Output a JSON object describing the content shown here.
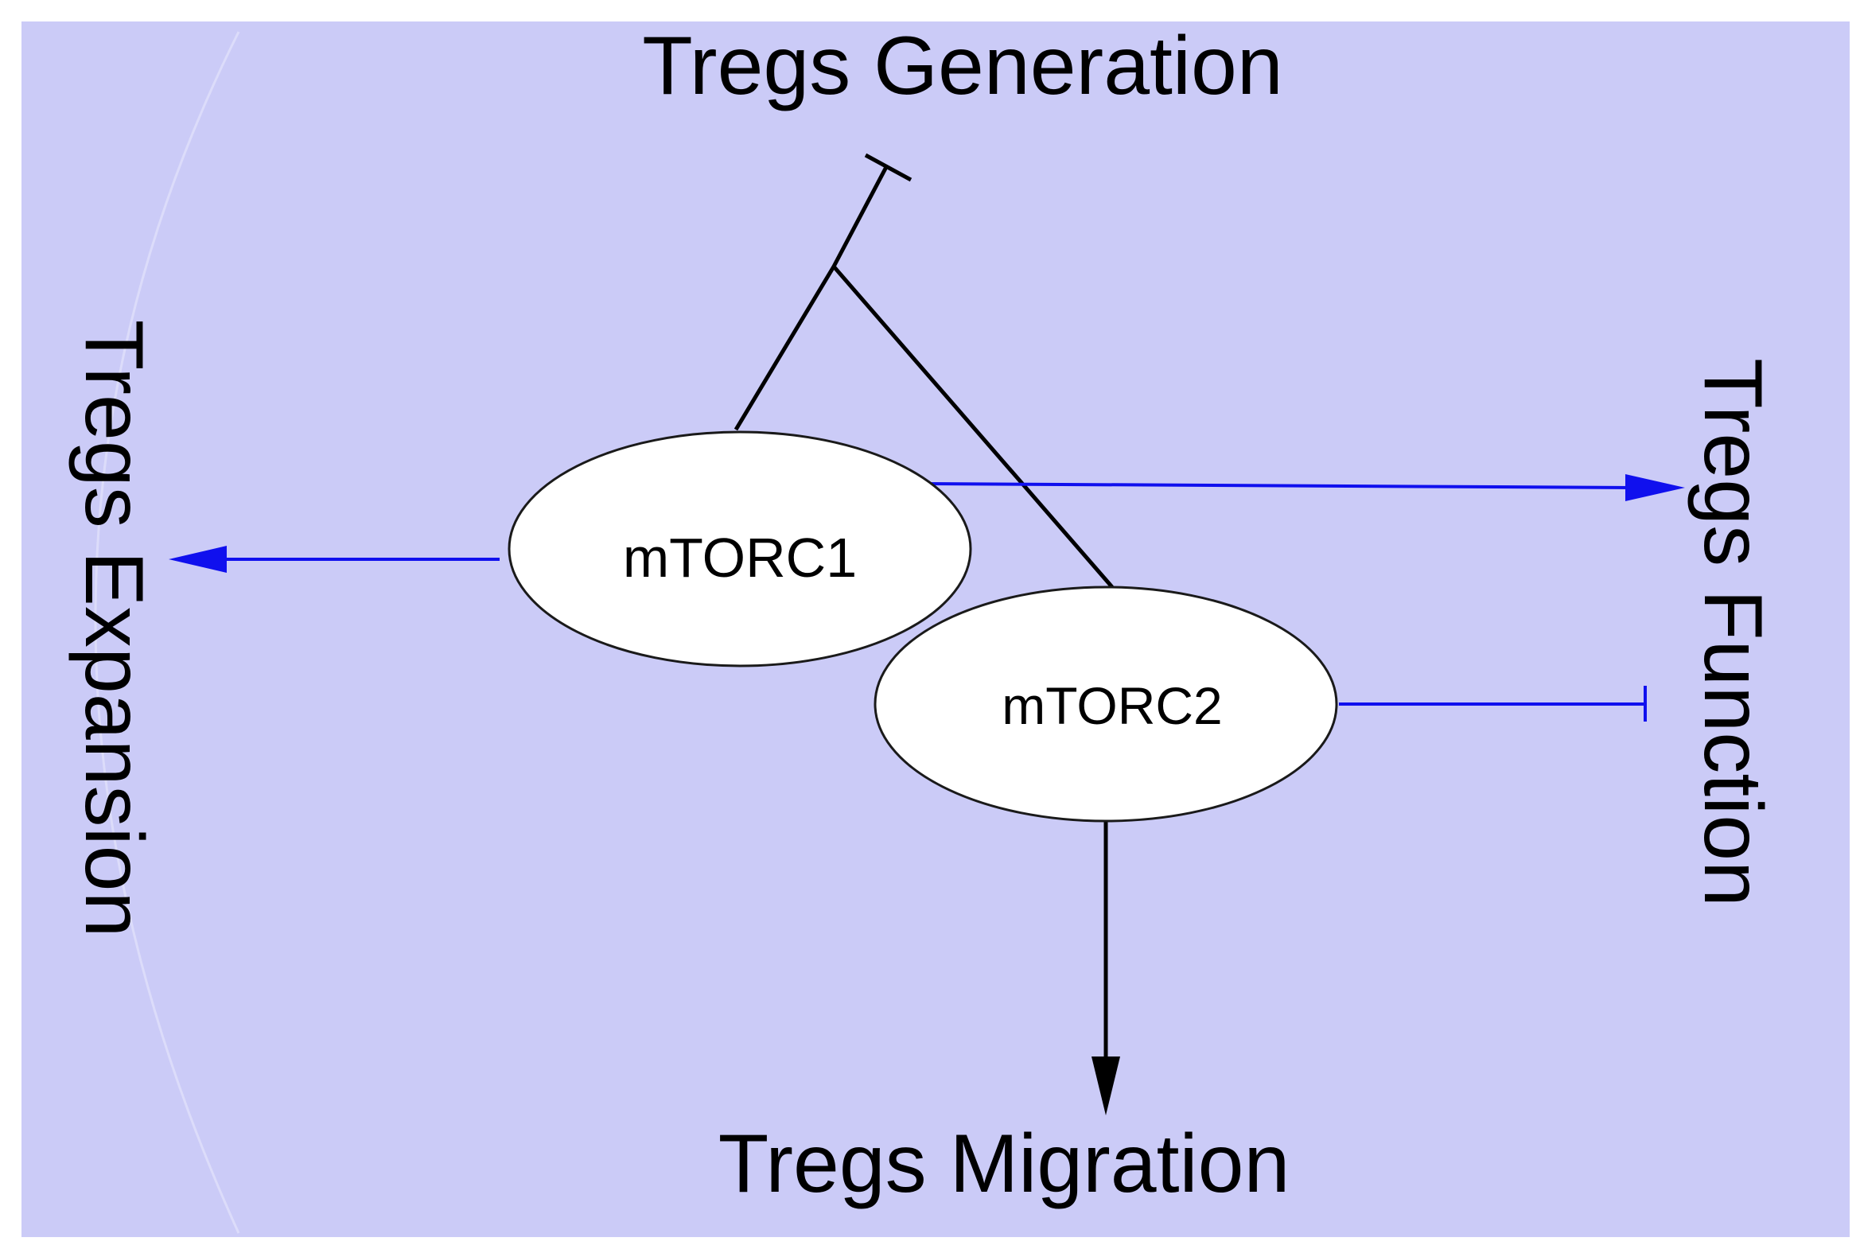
{
  "colors": {
    "background": "#cbcbf7",
    "node_fill": "#ffffff",
    "node_stroke": "#1a1a1a",
    "activation_blue": "#1010ee",
    "black_edge": "#000000"
  },
  "nodes": {
    "mtorc1": "mTORC1",
    "mtorc2": "mTORC2"
  },
  "labels": {
    "generation": "Tregs Generation",
    "expansion": "Tregs Expansion",
    "function": "Tregs Function",
    "migration": "Tregs Migration"
  },
  "edges": [
    {
      "from": "mTORC1",
      "to": "Tregs Expansion",
      "kind": "activation",
      "color": "blue"
    },
    {
      "from": "mTORC1",
      "to": "Tregs Function",
      "kind": "activation",
      "color": "blue"
    },
    {
      "from": "mTORC2",
      "to": "Tregs Function",
      "kind": "inhibition",
      "color": "blue"
    },
    {
      "from": "mTORC1 + mTORC2",
      "to": "Tregs Generation",
      "kind": "inhibition",
      "color": "black"
    },
    {
      "from": "mTORC2",
      "to": "Tregs Migration",
      "kind": "activation",
      "color": "black"
    }
  ]
}
